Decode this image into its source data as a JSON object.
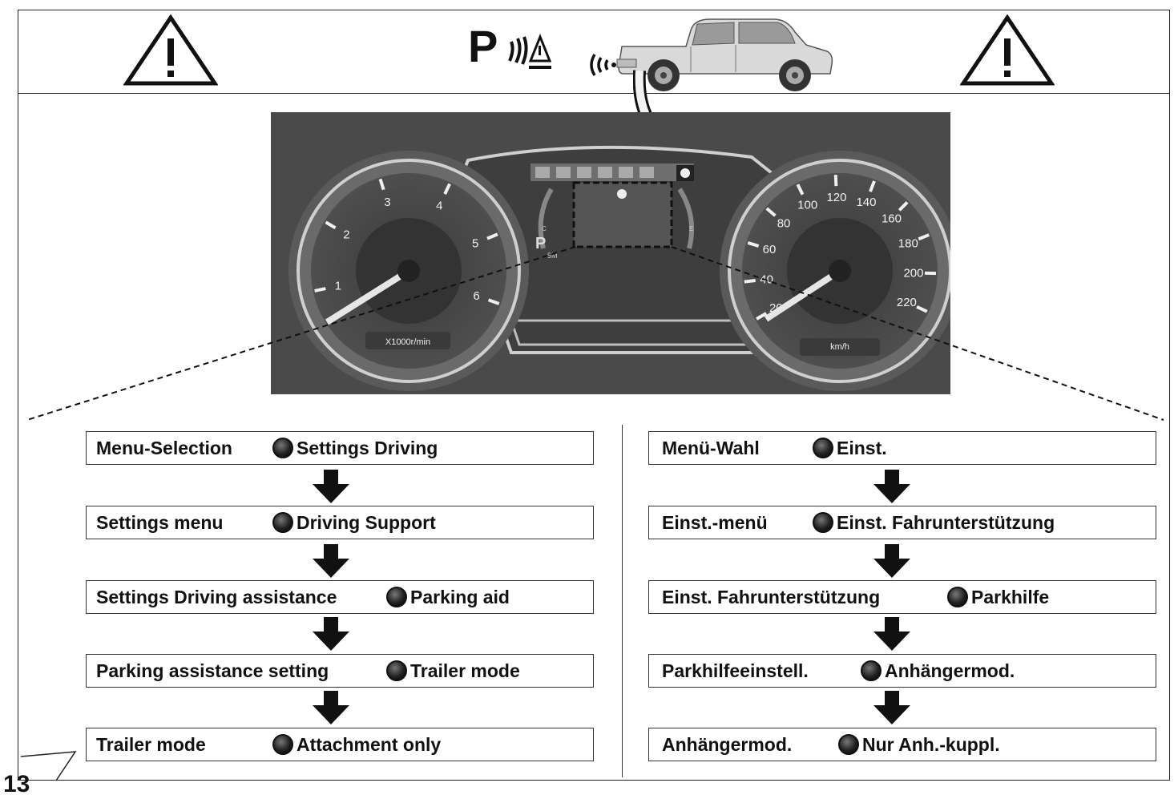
{
  "header": {
    "park_symbol": "P",
    "left_warning": "warning-triangle",
    "right_warning": "warning-triangle"
  },
  "dashboard": {
    "tach_ticks": [
      "1",
      "2",
      "3",
      "4",
      "5",
      "6"
    ],
    "tach_unit": "X1000r/min",
    "speed_ticks": [
      "20",
      "40",
      "60",
      "80",
      "100",
      "120",
      "140",
      "160",
      "180",
      "200",
      "220"
    ],
    "speed_unit": "km/h",
    "temp_c": "C",
    "fuel_e": "E",
    "gear": "P",
    "gear_sub": "5M"
  },
  "steps_en": [
    {
      "label": "Menu-Selection",
      "value": "Settings Driving"
    },
    {
      "label": "Settings menu",
      "value": "Driving Support"
    },
    {
      "label": "Settings Driving assistance",
      "value": "Parking aid"
    },
    {
      "label": "Parking assistance setting",
      "value": "Trailer mode"
    },
    {
      "label": "Trailer mode",
      "value": "Attachment only"
    }
  ],
  "steps_de": [
    {
      "label": "Menü-Wahl",
      "value": "Einst."
    },
    {
      "label": "Einst.-menü",
      "value": "Einst. Fahrunterstützung"
    },
    {
      "label": "Einst. Fahrunterstützung",
      "value": "Parkhilfe"
    },
    {
      "label": "Parkhilfeeinstell.",
      "value": "Anhängermod."
    },
    {
      "label": "Anhängermod.",
      "value": "Nur Anh.-kuppl."
    }
  ],
  "page_number": "13"
}
